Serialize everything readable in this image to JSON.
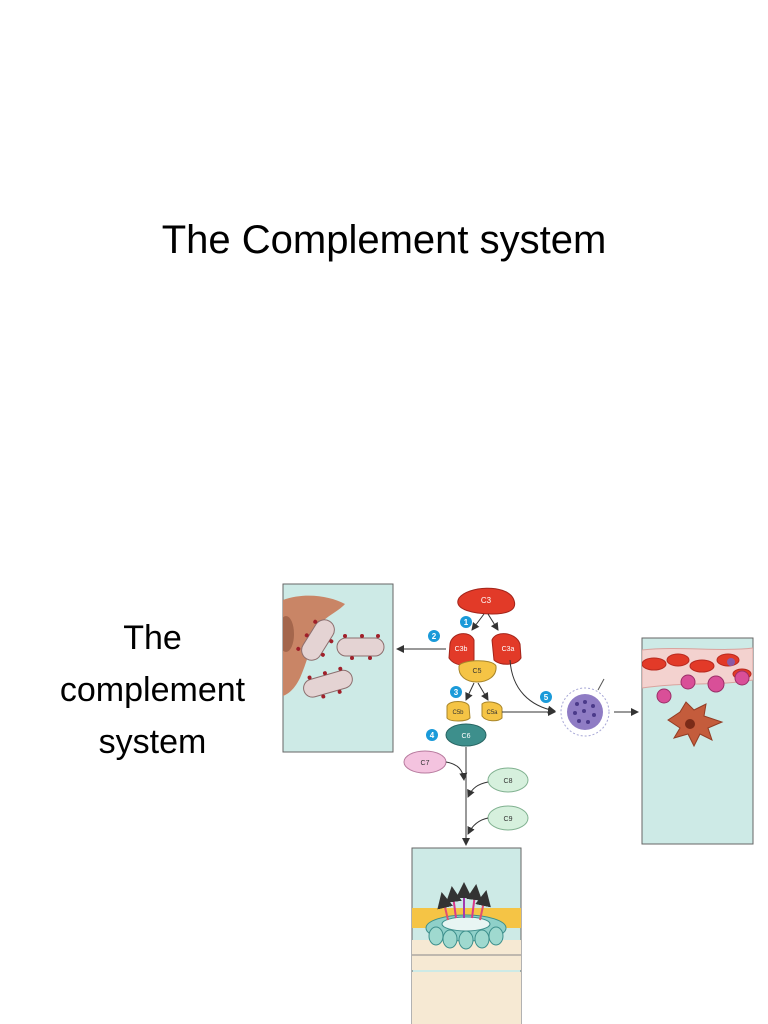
{
  "slide1": {
    "title": "The Complement system"
  },
  "slide2": {
    "title_lines": [
      "The",
      "complement",
      "system"
    ],
    "diagram": {
      "proteins": {
        "c3": "C3",
        "c3b": "C3b",
        "c3a": "C3a",
        "c5": "C5",
        "c5b": "C5b",
        "c5a": "C5a",
        "c6": "C6",
        "c7": "C7",
        "c8": "C8",
        "c9": "C9"
      },
      "steps": [
        "1",
        "2",
        "3",
        "4",
        "5"
      ]
    }
  },
  "colors": {
    "panel_bg": "#cdeae6",
    "c3_red": "#e23a28",
    "c5_yellow": "#f5c445",
    "c6_teal": "#3d8f8c",
    "c7_pink": "#f4c3df",
    "c8_c9_green": "#d6f0dd",
    "step_badge": "#1a9ad9"
  }
}
